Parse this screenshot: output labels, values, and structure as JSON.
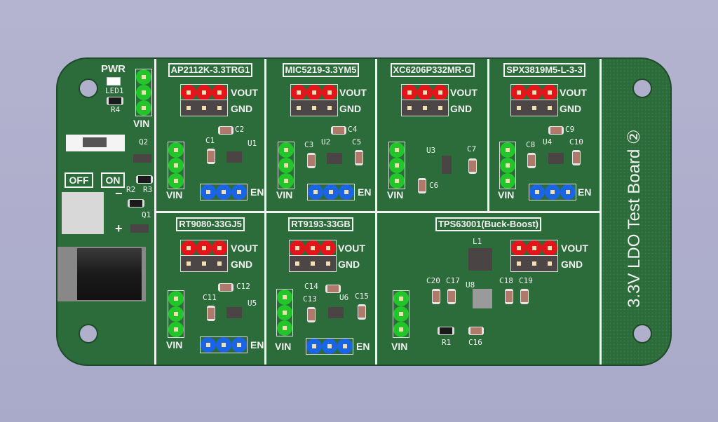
{
  "board": {
    "title": "3.3V LDO Test Board ②",
    "colors": {
      "solder_mask": "#2c6b3a",
      "silkscreen": "#f2f2f2",
      "vout_header": "#e5141a",
      "gnd_header": "#4d4646",
      "vin_header": "#22c62a",
      "en_header": "#1a64e6",
      "background": "#b0b0cc"
    }
  },
  "power": {
    "pwr_label": "PWR",
    "led": "LED1",
    "r4": "R4",
    "vin": "VIN",
    "q2": "Q2",
    "off": "OFF",
    "on": "ON",
    "r2": "R2",
    "r3": "R3",
    "q1": "Q1",
    "minus": "−",
    "plus": "+"
  },
  "modules": [
    {
      "name": "AP2112K-3.3TRG1",
      "vout": "VOUT",
      "gnd": "GND",
      "vin": "VIN",
      "en": "EN",
      "refs": [
        "C1",
        "C2",
        "U1"
      ]
    },
    {
      "name": "MIC5219-3.3YM5",
      "vout": "VOUT",
      "gnd": "GND",
      "vin": "VIN",
      "en": "EN",
      "refs": [
        "C3",
        "C4",
        "C5",
        "U2"
      ]
    },
    {
      "name": "XC6206P332MR-G",
      "vout": "VOUT",
      "gnd": "GND",
      "vin": "VIN",
      "refs": [
        "U3",
        "C6",
        "C7"
      ]
    },
    {
      "name": "SPX3819M5-L-3-3",
      "vout": "VOUT",
      "gnd": "GND",
      "vin": "VIN",
      "en": "EN",
      "refs": [
        "C8",
        "C9",
        "C10",
        "U4"
      ]
    },
    {
      "name": "RT9080-33GJ5",
      "vout": "VOUT",
      "gnd": "GND",
      "vin": "VIN",
      "en": "EN",
      "refs": [
        "C11",
        "C12",
        "U5"
      ]
    },
    {
      "name": "RT9193-33GB",
      "vout": "VOUT",
      "gnd": "GND",
      "vin": "VIN",
      "en": "EN",
      "refs": [
        "C13",
        "C14",
        "C15",
        "U6"
      ]
    },
    {
      "name": "TPS63001(Buck-Boost)",
      "vout": "VOUT",
      "gnd": "GND",
      "vin": "VIN",
      "refs": [
        "L1",
        "C20",
        "C17",
        "U8",
        "C18",
        "C19",
        "R1",
        "C16"
      ]
    }
  ]
}
